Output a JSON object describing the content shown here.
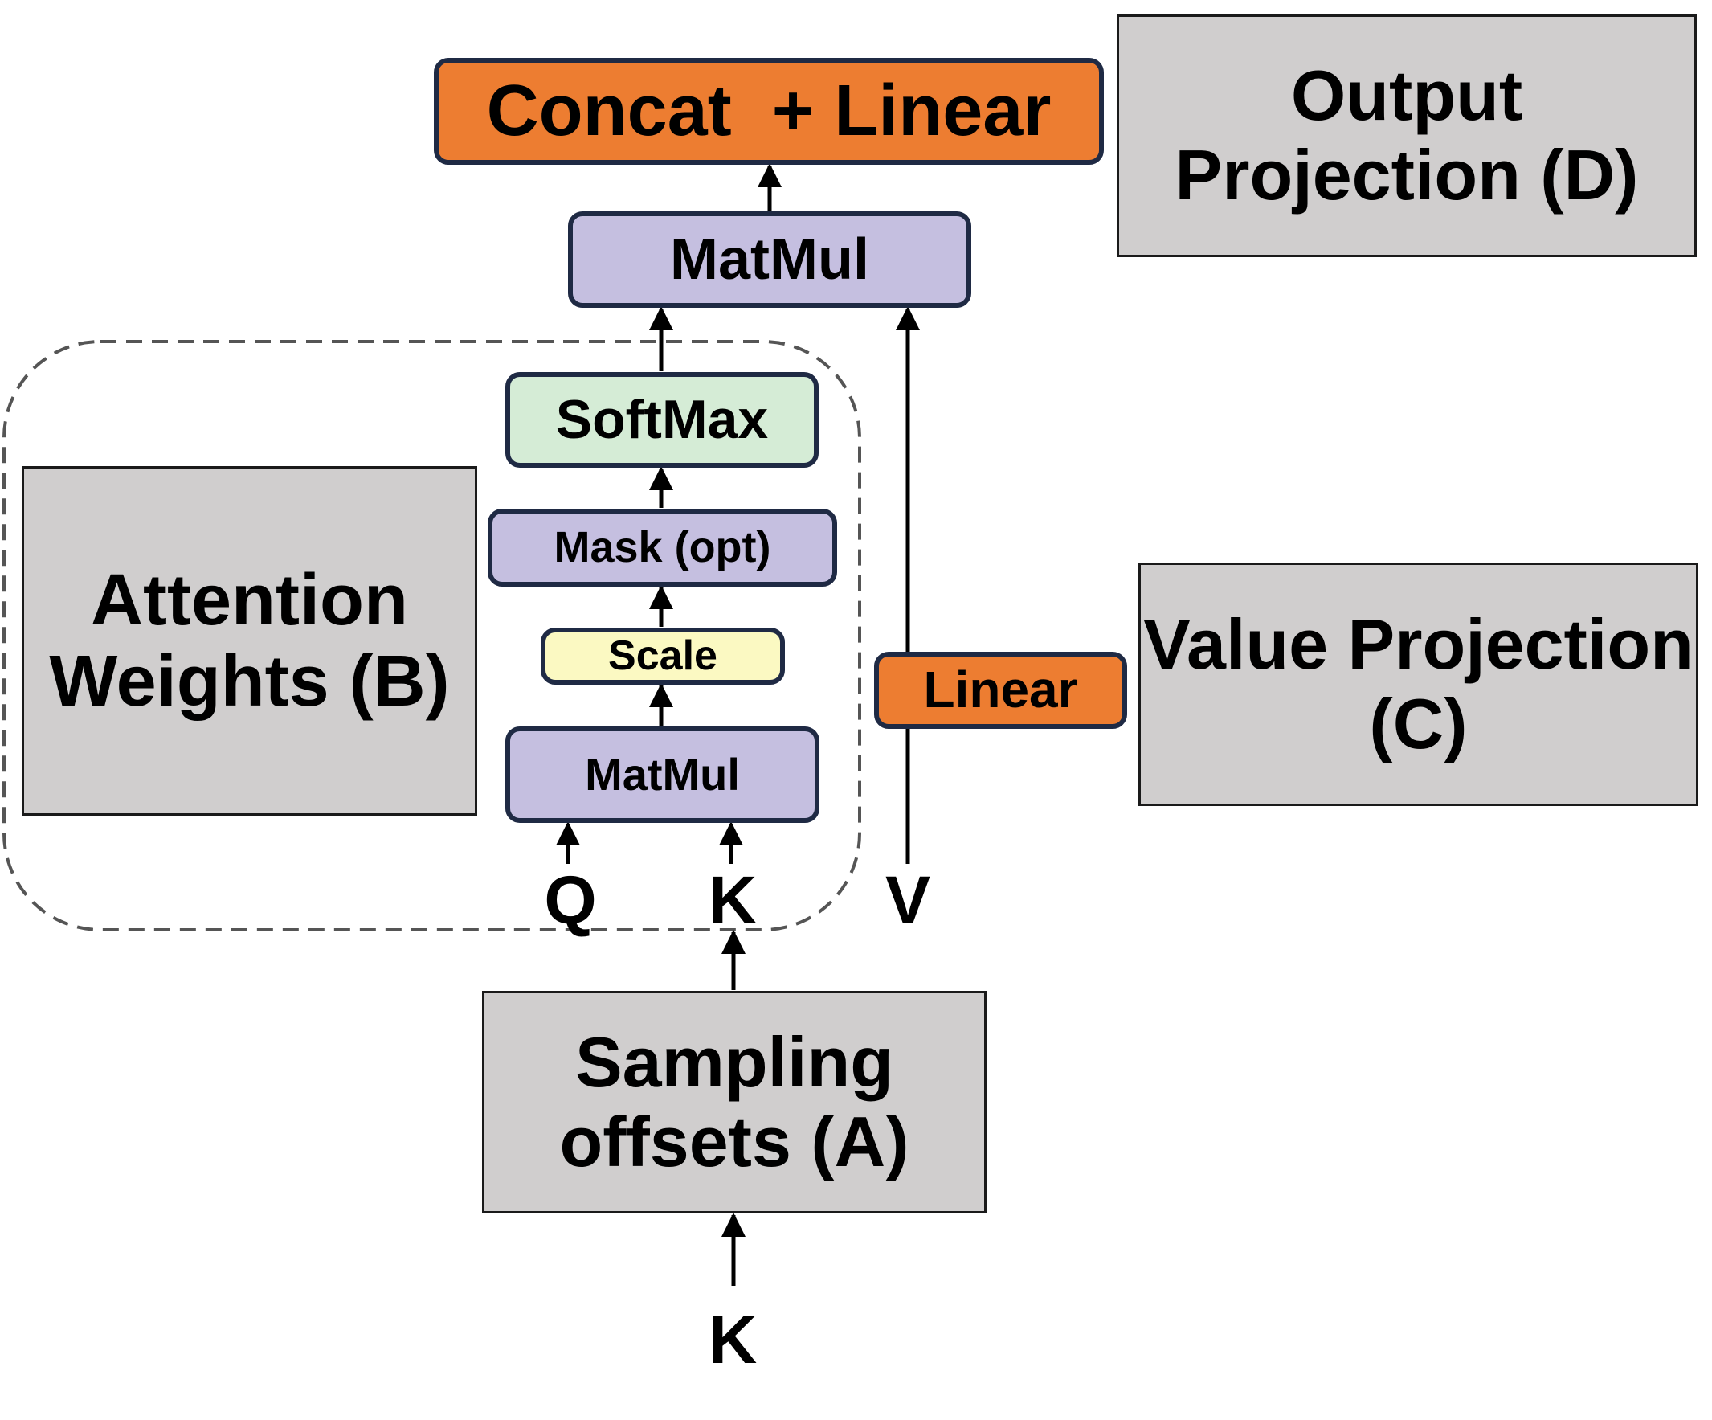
{
  "blocks": {
    "concat_linear": "Concat  + Linear",
    "matmul_top": "MatMul",
    "softmax": "SoftMax",
    "mask": "Mask (opt)",
    "scale": "Scale",
    "matmul_bottom": "MatMul",
    "linear_v": "Linear"
  },
  "annotations": {
    "output_projection": "Output Projection (D)",
    "attention_weights": "Attention Weights (B)",
    "value_projection": "Value Projection (C)",
    "sampling_offsets": "Sampling offsets (A)"
  },
  "inputs": {
    "q": "Q",
    "k": "K",
    "v": "V",
    "k_bottom": "K"
  },
  "colors": {
    "orange": "#ed7d31",
    "purple": "#c5bfe0",
    "green": "#d5ecd6",
    "yellow": "#fbf9c2",
    "gray": "#d0cece",
    "border": "#1f2a44"
  }
}
